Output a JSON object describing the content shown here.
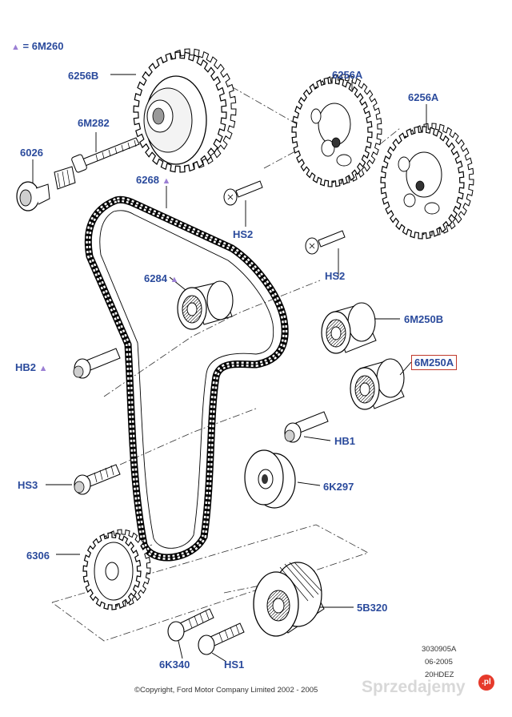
{
  "legend": {
    "symbol": "▲",
    "text": "= 6M260"
  },
  "labels": {
    "l_6256B": "6256B",
    "l_6256A_1": "6256A",
    "l_6256A_2": "6256A",
    "l_6M282": "6M282",
    "l_6026": "6026",
    "l_6268": "6268",
    "l_HS2_1": "HS2",
    "l_HS2_2": "HS2",
    "l_6284": "6284",
    "l_6M250B": "6M250B",
    "l_6M250A": "6M250A",
    "l_HB2": "HB2",
    "l_HB1": "HB1",
    "l_HS3": "HS3",
    "l_6K297": "6K297",
    "l_6306": "6306",
    "l_5B320": "5B320",
    "l_6K340": "6K340",
    "l_HS1": "HS1"
  },
  "footer": {
    "code1": "3030905A",
    "code2": "06-2005",
    "code3": "20HDEZ",
    "copyright": "©Copyright, Ford Motor Company Limited 2002 - 2005"
  },
  "watermark": {
    "text": "Sprzedajemy",
    "badge": ".pl"
  }
}
